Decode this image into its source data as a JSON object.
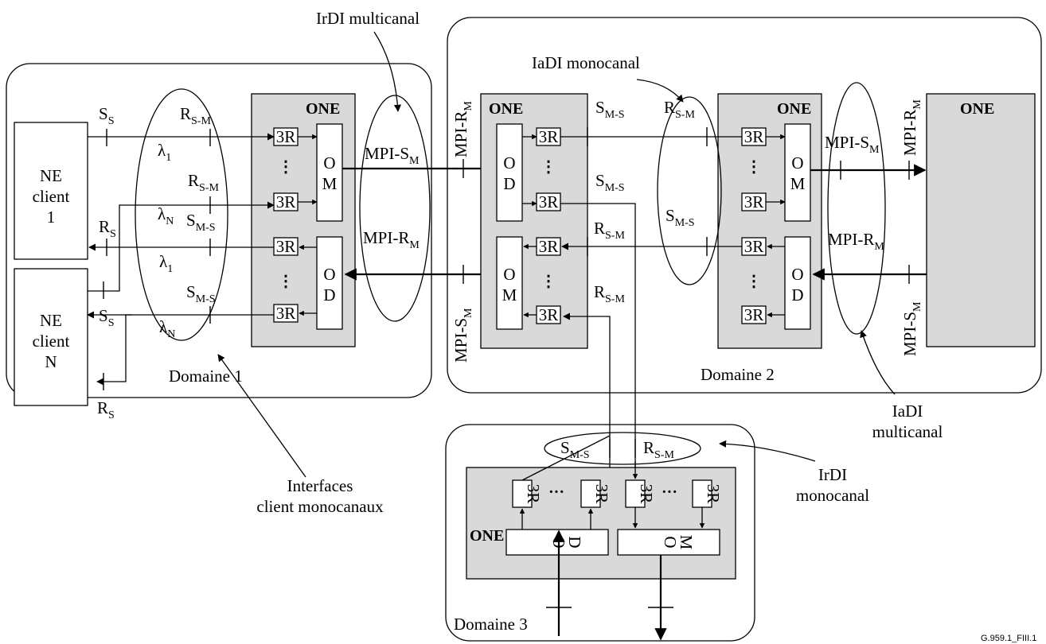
{
  "labels": {
    "one": "ONE",
    "three_r": "3R",
    "dots": "⋮",
    "hdots": "···",
    "ne_client": "NE",
    "client_word": "client",
    "client_1": "1",
    "client_n": "N",
    "om": [
      "O",
      "M"
    ],
    "od": [
      "O",
      "D"
    ],
    "lambda": "λ",
    "sub_1": "1",
    "sub_n": "N",
    "s": "S",
    "r": "R",
    "sub_s": "S",
    "sub_sm": "S-M",
    "sub_ms": "M-S",
    "sub_m": "M",
    "mpi_s": "MPI-S",
    "mpi_r": "MPI-R"
  },
  "domains": {
    "d1": "Domaine 1",
    "d2": "Domaine 2",
    "d3": "Domaine 3"
  },
  "annotations": {
    "irdi_multi": "IrDI multicanal",
    "iadi_mono": "IaDI monocanal",
    "iadi_multi_1": "IaDI",
    "iadi_multi_2": "multicanal",
    "irdi_mono_1": "IrDI",
    "irdi_mono_2": "monocanal",
    "client_if_1": "Interfaces",
    "client_if_2": "client monocanaux"
  },
  "figure_ref": "G.959.1_FIII.1"
}
